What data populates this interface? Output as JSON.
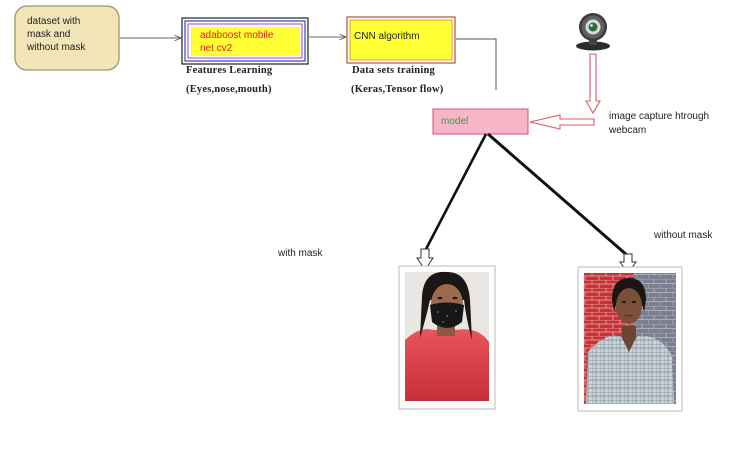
{
  "nodes": {
    "dataset": {
      "lines": [
        "dataset with",
        "mask and",
        "without mask"
      ]
    },
    "adaboost": {
      "lines": [
        "adaboost mobile",
        "net cv2"
      ]
    },
    "features_caption": {
      "line1": "Features Learning",
      "line2": "(Eyes,nose,mouth)"
    },
    "cnn": {
      "label": "CNN algorithm"
    },
    "datasets_caption": {
      "line1": "Data sets training",
      "line2": "(Keras,Tensor flow)"
    },
    "model": {
      "label": "model"
    },
    "webcam_caption": {
      "lines": [
        "image capture htrough",
        "webcam"
      ]
    },
    "with_mask": {
      "label": "with mask"
    },
    "without_mask": {
      "label": "without mask"
    }
  },
  "colors": {
    "dataset_fill": "#f2e6b8",
    "dataset_stroke": "#9a9a6a",
    "yellow": "#ffff33",
    "red_text": "#e02020",
    "model_fill": "#f7b6c8",
    "model_stroke": "#d05070",
    "model_text": "#3a9a3a",
    "webcam_arrow": "#e05a6a"
  },
  "icons": {
    "webcam": "webcam-icon",
    "photo_with_mask": "person-with-mask-photo",
    "photo_without_mask": "person-without-mask-photo"
  }
}
